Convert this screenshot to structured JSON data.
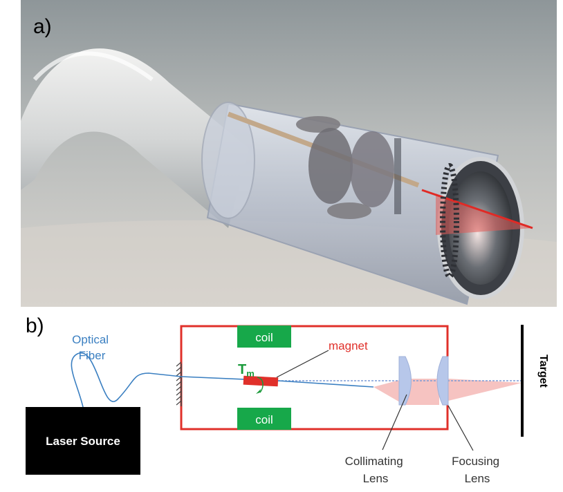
{
  "panel_a": {
    "label": "a)"
  },
  "panel_b": {
    "label": "b)",
    "optical_fiber": "Optical Fiber",
    "optical_fiber_lines": [
      "Optical",
      "Fiber"
    ],
    "laser_source": "Laser Source",
    "coil_top": "coil",
    "coil_bottom": "coil",
    "magnet": "magnet",
    "torque": "T",
    "torque_sub": "m",
    "target": "Target",
    "collimating_lens": [
      "Collimating",
      "Lens"
    ],
    "focusing_lens": [
      "Focusing",
      "Lens"
    ]
  },
  "colors": {
    "housing_red": "#e0302a",
    "coil_green": "#17a84a",
    "fiber_blue": "#3a7fc1",
    "laser_black": "#000000",
    "beam_pink": "#f4b9b6",
    "lens_blue": "#b7c7ea",
    "torque_green": "#1a9a3a"
  }
}
